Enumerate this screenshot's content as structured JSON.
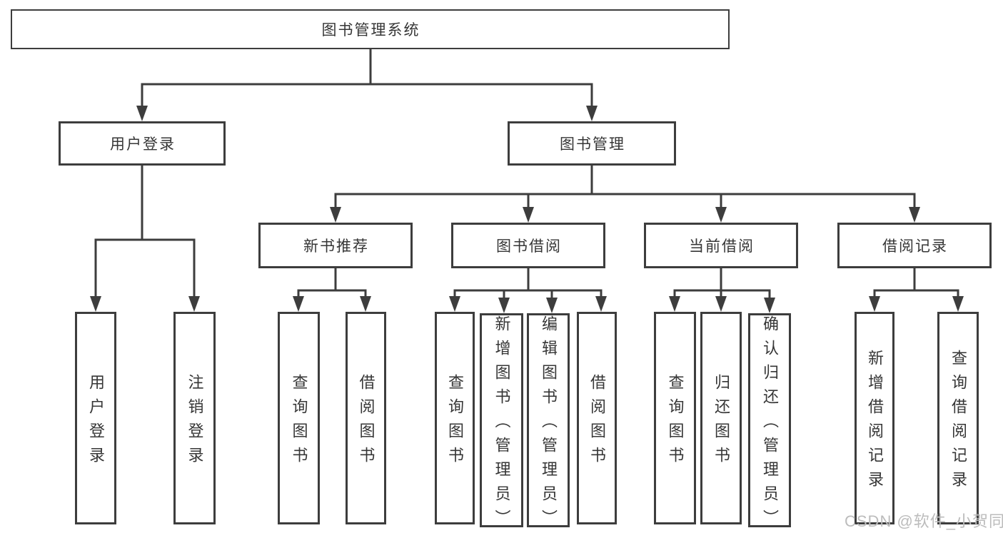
{
  "diagram": {
    "colors": {
      "line": "#3d3d3d",
      "box_border": "#3d3d3d",
      "text": "#363636",
      "background": "#ffffff",
      "watermark": "#bcbcbc"
    },
    "watermark": "CSDN @软件_小贺同学",
    "nodes": {
      "root": {
        "label": "图书管理系统"
      },
      "user_login": {
        "label": "用户登录"
      },
      "book_mgmt": {
        "label": "图书管理"
      },
      "new_book_rec": {
        "label": "新书推荐"
      },
      "book_borrow": {
        "label": "图书借阅"
      },
      "current_borrow": {
        "label": "当前借阅"
      },
      "borrow_records": {
        "label": "借阅记录"
      },
      "ul_login": {
        "label": "用户登录"
      },
      "ul_logout": {
        "label": "注销登录"
      },
      "nbr_query": {
        "label": "查询图书"
      },
      "nbr_borrow": {
        "label": "借阅图书"
      },
      "bb_query": {
        "label": "查询图书"
      },
      "bb_add": {
        "label": "新增图书（管理员）"
      },
      "bb_edit": {
        "label": "编辑图书（管理员）"
      },
      "bb_borrow": {
        "label": "借阅图书"
      },
      "cb_query": {
        "label": "查询图书"
      },
      "cb_return": {
        "label": "归还图书"
      },
      "cb_confirm": {
        "label": "确认归还（管理员）"
      },
      "br_add": {
        "label": "新增借阅记录"
      },
      "br_query": {
        "label": "查询借阅记录"
      }
    },
    "edges": [
      [
        "root",
        "user_login"
      ],
      [
        "root",
        "book_mgmt"
      ],
      [
        "user_login",
        "ul_login"
      ],
      [
        "user_login",
        "ul_logout"
      ],
      [
        "book_mgmt",
        "new_book_rec"
      ],
      [
        "book_mgmt",
        "book_borrow"
      ],
      [
        "book_mgmt",
        "current_borrow"
      ],
      [
        "book_mgmt",
        "borrow_records"
      ],
      [
        "new_book_rec",
        "nbr_query"
      ],
      [
        "new_book_rec",
        "nbr_borrow"
      ],
      [
        "book_borrow",
        "bb_query"
      ],
      [
        "book_borrow",
        "bb_add"
      ],
      [
        "book_borrow",
        "bb_edit"
      ],
      [
        "book_borrow",
        "bb_borrow"
      ],
      [
        "current_borrow",
        "cb_query"
      ],
      [
        "current_borrow",
        "cb_return"
      ],
      [
        "current_borrow",
        "cb_confirm"
      ],
      [
        "borrow_records",
        "br_add"
      ],
      [
        "borrow_records",
        "br_query"
      ]
    ]
  }
}
